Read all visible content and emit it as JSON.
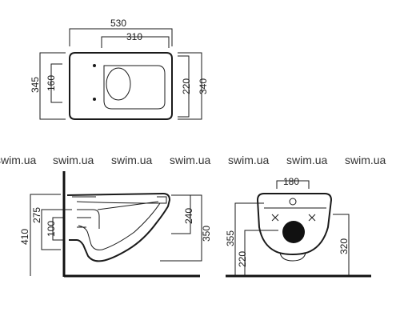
{
  "watermark": "swim.ua",
  "top_view": {
    "width_outer": "530",
    "width_inner": "310",
    "height_left": "345",
    "height_left_inner": "160",
    "height_right_inner": "220",
    "height_right": "340"
  },
  "side_view": {
    "total_height": "410",
    "height_275": "275",
    "height_100": "100",
    "height_240": "240",
    "height_350": "350"
  },
  "front_view": {
    "top_width": "180",
    "left_outer": "355",
    "left_inner": "220",
    "right": "320"
  }
}
